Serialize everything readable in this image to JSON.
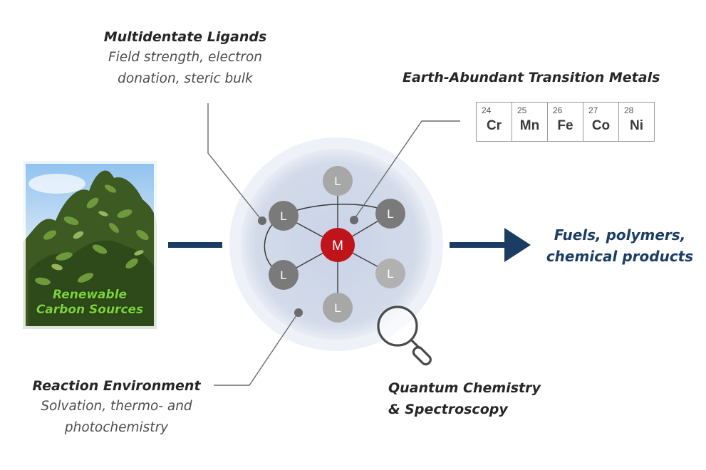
{
  "ligands": {
    "title": "Multidentate Ligands",
    "line1": "Field strength, electron",
    "line2": "donation, steric bulk"
  },
  "metals": {
    "title": "Earth-Abundant Transition Metals",
    "elements": [
      {
        "number": "24",
        "symbol": "Cr"
      },
      {
        "number": "25",
        "symbol": "Mn"
      },
      {
        "number": "26",
        "symbol": "Fe"
      },
      {
        "number": "27",
        "symbol": "Co"
      },
      {
        "number": "28",
        "symbol": "Ni"
      }
    ]
  },
  "source": {
    "line1": "Renewable",
    "line2": "Carbon Sources"
  },
  "complex": {
    "metal_label": "M",
    "ligand_label": "L",
    "metal_color": "#c0141b"
  },
  "output": {
    "line1": "Fuels, polymers,",
    "line2": "chemical products",
    "color": "#1c3d63"
  },
  "environment": {
    "title": "Reaction Environment",
    "line1": "Solvation, thermo- and",
    "line2": "photochemistry"
  },
  "quantum": {
    "line1": "Quantum Chemistry",
    "line2": "& Spectroscopy"
  },
  "icons": {
    "magnifier": "magnifying-glass-icon",
    "arrow": "right-arrow-icon"
  }
}
